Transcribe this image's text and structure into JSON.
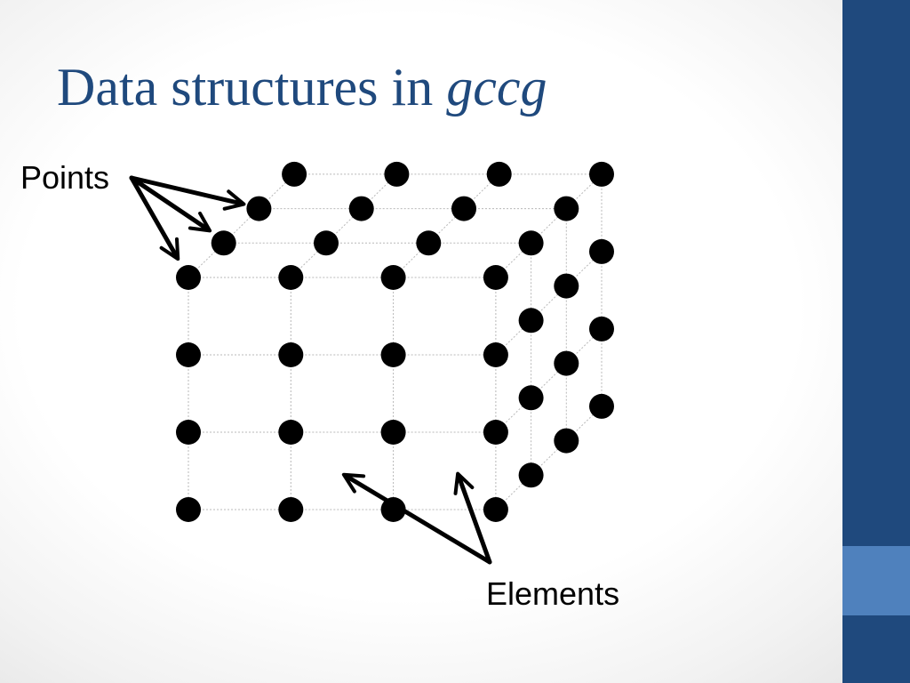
{
  "slide": {
    "title_main": "Data structures in ",
    "title_emphasis": "gccg",
    "points_label": "Points",
    "elements_label": "Elements"
  },
  "colors": {
    "title": "#1f497d",
    "sidebar": "#1f497d",
    "sidebar_accent": "#4f81bd",
    "points": "#000000",
    "grid_lines": "#b8b8b8"
  },
  "grid": {
    "columns": 4,
    "rows": 4,
    "depth_layers": 4
  }
}
